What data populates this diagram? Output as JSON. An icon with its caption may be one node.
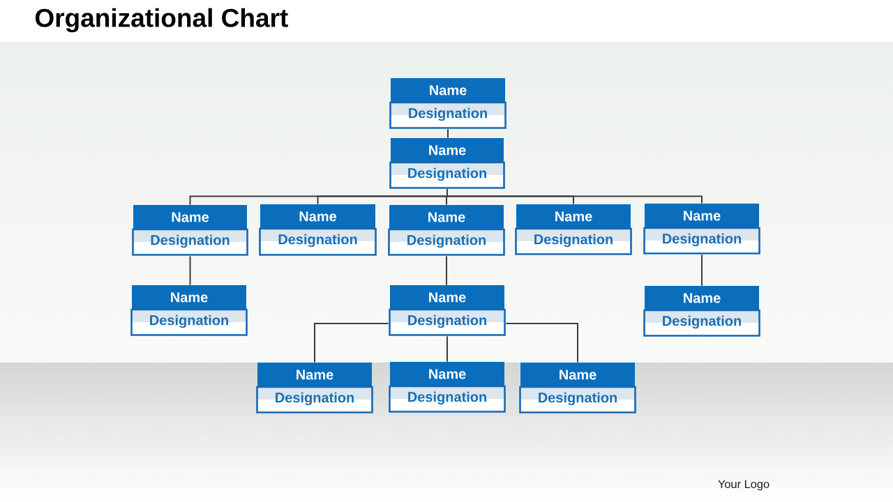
{
  "diagram": {
    "title": "Organizational Chart",
    "nodes": [
      {
        "text": [
          "Name",
          "Designation"
        ]
      },
      {
        "text": [
          "Name",
          "Designation"
        ]
      },
      {
        "text": [
          "Name",
          "Designation"
        ]
      },
      {
        "text": [
          "Name",
          "Designation"
        ]
      },
      {
        "text": [
          "Name",
          "Designation"
        ]
      },
      {
        "text": [
          "Name",
          "Designation"
        ]
      },
      {
        "text": [
          "Name",
          "Designation"
        ]
      },
      {
        "text": [
          "Name",
          "Designation"
        ]
      },
      {
        "text": [
          "Name",
          "Designation"
        ]
      },
      {
        "text": [
          "Name",
          "Designation"
        ]
      },
      {
        "text": [
          "Name",
          "Designation"
        ]
      },
      {
        "text": [
          "Name",
          "Designation"
        ]
      },
      {
        "text": [
          "Name",
          "Designation"
        ]
      }
    ],
    "edges": [
      {
        "from": 0,
        "to": 1,
        "arrow": "none"
      },
      {
        "from": 1,
        "to": 2,
        "arrow": "none"
      },
      {
        "from": 1,
        "to": 3,
        "arrow": "none"
      },
      {
        "from": 1,
        "to": 4,
        "arrow": "none"
      },
      {
        "from": 1,
        "to": 5,
        "arrow": "none"
      },
      {
        "from": 1,
        "to": 6,
        "arrow": "none"
      },
      {
        "from": 2,
        "to": 7,
        "arrow": "none"
      },
      {
        "from": 4,
        "to": 8,
        "arrow": "none"
      },
      {
        "from": 6,
        "to": 9,
        "arrow": "none"
      },
      {
        "from": 8,
        "to": 10,
        "arrow": "none"
      },
      {
        "from": 8,
        "to": 11,
        "arrow": "none"
      },
      {
        "from": 8,
        "to": 12,
        "arrow": "none"
      }
    ],
    "labels": [
      "Your Logo"
    ]
  }
}
